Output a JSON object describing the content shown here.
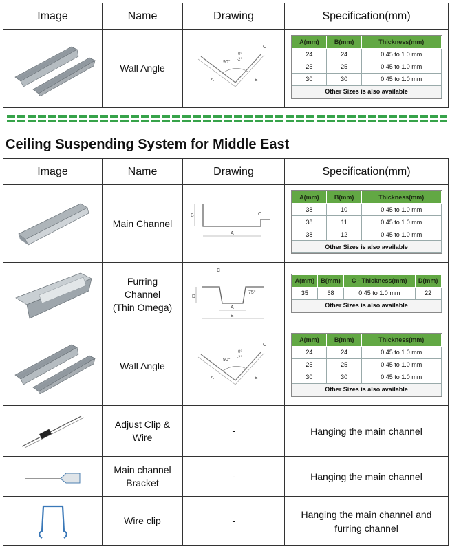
{
  "table1": {
    "headers": [
      "Image",
      "Name",
      "Drawing",
      "Specification(mm)"
    ],
    "row": {
      "name": "Wall Angle",
      "drawing_labels": {
        "angle": "90°",
        "tol_top": "0°",
        "tol_bottom": "-2°",
        "a": "A",
        "b": "B",
        "c": "C"
      },
      "spec": {
        "columns": [
          "A(mm)",
          "B(mm)",
          "Thickness(mm)"
        ],
        "rows": [
          [
            "24",
            "24",
            "0.45 to 1.0 mm"
          ],
          [
            "25",
            "25",
            "0.45 to 1.0 mm"
          ],
          [
            "30",
            "30",
            "0.45 to 1.0 mm"
          ]
        ],
        "note": "Other Sizes is also available"
      }
    }
  },
  "section_title": "Ceiling Suspending System for Middle East",
  "table2": {
    "headers": [
      "Image",
      "Name",
      "Drawing",
      "Specification(mm)"
    ],
    "main_channel": {
      "name": "Main Channel",
      "drawing_labels": {
        "a": "A",
        "b": "B",
        "c": "C"
      },
      "spec": {
        "columns": [
          "A(mm)",
          "B(mm)",
          "Thickness(mm)"
        ],
        "rows": [
          [
            "38",
            "10",
            "0.45 to 1.0 mm"
          ],
          [
            "38",
            "11",
            "0.45 to 1.0 mm"
          ],
          [
            "38",
            "12",
            "0.45 to 1.0 mm"
          ]
        ],
        "note": "Other Sizes is also available"
      }
    },
    "furring_channel": {
      "name_lines": [
        "Furring",
        "Channel",
        "(Thin Omega)"
      ],
      "drawing_labels": {
        "a": "A",
        "b": "B",
        "c": "C",
        "d": "D",
        "angle": "75°"
      },
      "spec": {
        "columns": [
          "A(mm)",
          "B(mm)",
          "C - Thickness(mm)",
          "D(mm)"
        ],
        "rows": [
          [
            "35",
            "68",
            "0.45 to 1.0 mm",
            "22"
          ]
        ],
        "note": "Other Sizes is also available"
      }
    },
    "wall_angle": {
      "name": "Wall Angle",
      "drawing_labels": {
        "angle": "90°",
        "tol_top": "0°",
        "tol_bottom": "-2°",
        "a": "A",
        "b": "B",
        "c": "C"
      },
      "spec": {
        "columns": [
          "A(mm)",
          "B(mm)",
          "Thickness(mm)"
        ],
        "rows": [
          [
            "24",
            "24",
            "0.45 to 1.0 mm"
          ],
          [
            "25",
            "25",
            "0.45 to 1.0 mm"
          ],
          [
            "30",
            "30",
            "0.45 to 1.0 mm"
          ]
        ],
        "note": "Other Sizes is also available"
      }
    },
    "adjust_clip": {
      "name_lines": [
        "Adjust Clip &",
        "Wire"
      ],
      "drawing": "-",
      "spec": "Hanging the main channel"
    },
    "bracket": {
      "name_lines": [
        "Main channel",
        "Bracket"
      ],
      "drawing": "-",
      "spec": "Hanging the main channel"
    },
    "wire_clip": {
      "name": "Wire clip",
      "drawing": "-",
      "spec_lines": [
        "Hanging the main channel and",
        "furring channel"
      ]
    }
  },
  "colors": {
    "spec_header": "#62a844",
    "divider": "#37a34a"
  }
}
